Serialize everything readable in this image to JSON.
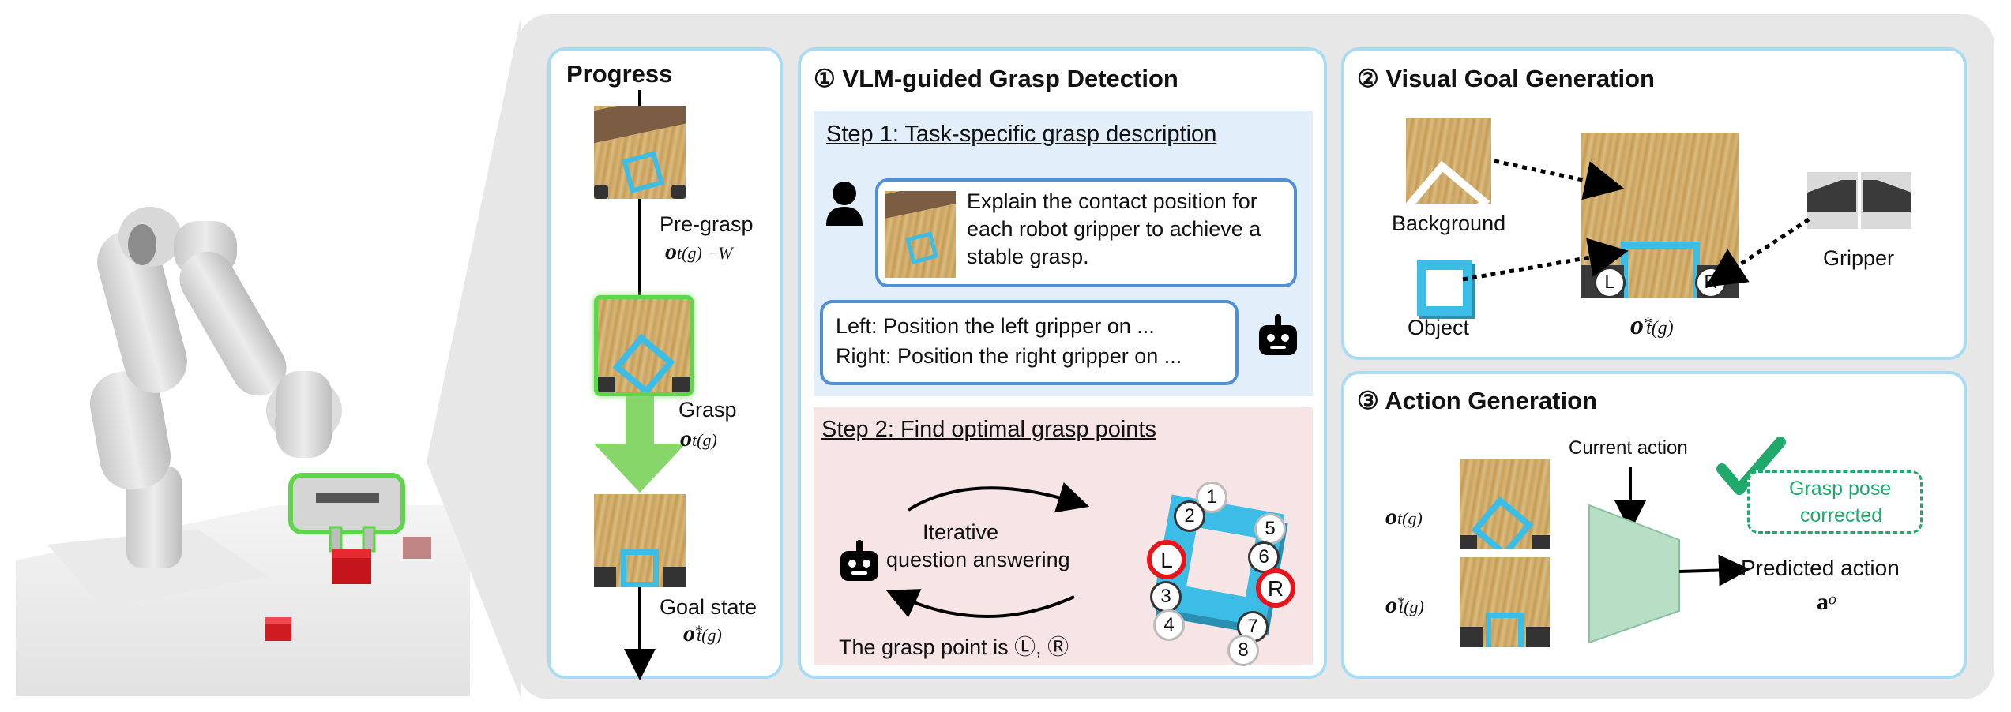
{
  "progress": {
    "title": "Progress",
    "pre_grasp_label": "Pre-grasp",
    "pre_grasp_math": "o",
    "pre_grasp_sub": "t(g) −W",
    "grasp_label": "Grasp",
    "grasp_math": "o",
    "grasp_sub": "t(g)",
    "goal_label": "Goal state",
    "goal_math": "o",
    "goal_sup": "*",
    "goal_sub": "t(g)"
  },
  "grasp_detection": {
    "title": "① VLM-guided Grasp Detection",
    "step1_title": "Step 1: Task-specific grasp description",
    "prompt_line1": "Explain the contact position for",
    "prompt_line2": "each robot gripper to achieve a",
    "prompt_line3": "stable grasp.",
    "answer_line1": "Left: Position the left gripper on ...",
    "answer_line2": "Right: Position the right gripper on ...",
    "step2_title": "Step 2: Find optimal grasp points",
    "iterative_line1": "Iterative",
    "iterative_line2": "question answering",
    "grasp_point_text": "The grasp point is Ⓛ, Ⓡ",
    "points": [
      "1",
      "2",
      "3",
      "4",
      "5",
      "6",
      "7",
      "8"
    ],
    "left_marker": "L",
    "right_marker": "R"
  },
  "goal_generation": {
    "title": "② Visual Goal Generation",
    "background_label": "Background",
    "object_label": "Object",
    "gripper_label": "Gripper",
    "left_marker": "L",
    "right_marker": "R",
    "goal_math": "o",
    "goal_sup": "*",
    "goal_sub": "t(g)"
  },
  "action_generation": {
    "title": "③ Action Generation",
    "obs_math": "o",
    "obs_sub": "t(g)",
    "goal_math": "o",
    "goal_sup": "*",
    "goal_sub": "t(g)",
    "current_action_label": "Current action",
    "corrected_line1": "Grasp pose",
    "corrected_line2": "corrected",
    "predicted_label": "Predicted action",
    "predicted_math": "a",
    "predicted_sup": "o"
  },
  "colors": {
    "panel_border": "#a9dcf2",
    "step1_bg": "#e3eefb",
    "step2_bg": "#f7e4e4",
    "object_cyan": "#3bbde6",
    "highlight_red": "#e8141c",
    "check_green": "#1faa6c",
    "progress_green": "#86d66a"
  }
}
